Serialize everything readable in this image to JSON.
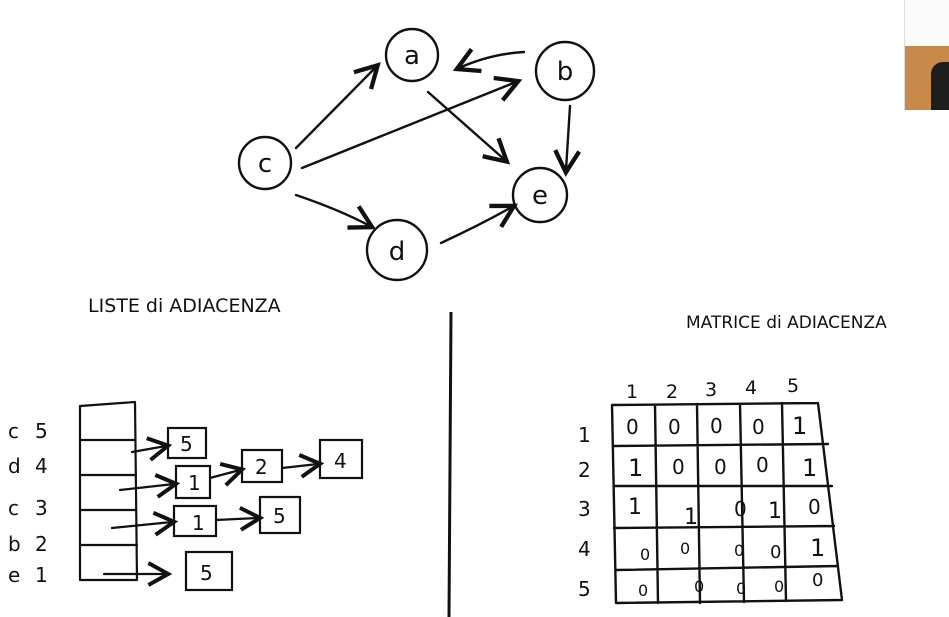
{
  "graph": {
    "nodes": [
      "a",
      "b",
      "c",
      "d",
      "e"
    ],
    "edges": [
      [
        "c",
        "a"
      ],
      [
        "c",
        "b"
      ],
      [
        "b",
        "a"
      ],
      [
        "a",
        "e"
      ],
      [
        "b",
        "e"
      ],
      [
        "c",
        "d"
      ],
      [
        "d",
        "e"
      ]
    ]
  },
  "adjacency_list": {
    "title": "LISTE di ADIACENZA",
    "rows": [
      {
        "node": "c",
        "index": "5",
        "links": [
          "5"
        ]
      },
      {
        "node": "d",
        "index": "4",
        "links": [
          "1",
          "2",
          "4"
        ]
      },
      {
        "node": "c",
        "index": "3",
        "links": [
          "1",
          "5"
        ]
      },
      {
        "node": "b",
        "index": "2",
        "links": []
      },
      {
        "node": "e",
        "index": "1",
        "links": [
          "5"
        ]
      }
    ]
  },
  "adjacency_matrix": {
    "title": "MATRICE di ADIACENZA",
    "col_headers": [
      "1",
      "2",
      "3",
      "4",
      "5"
    ],
    "row_headers": [
      "1",
      "2",
      "3",
      "4",
      "5"
    ],
    "cells": [
      [
        "0",
        "0",
        "0",
        "0",
        "1"
      ],
      [
        "1",
        "0",
        "0",
        "0",
        "1"
      ],
      [
        "1",
        "1",
        "0",
        "1",
        "0"
      ],
      [
        "0",
        "0",
        "0",
        "0",
        "1"
      ],
      [
        "0",
        "0",
        "0",
        "0",
        "0"
      ]
    ]
  }
}
